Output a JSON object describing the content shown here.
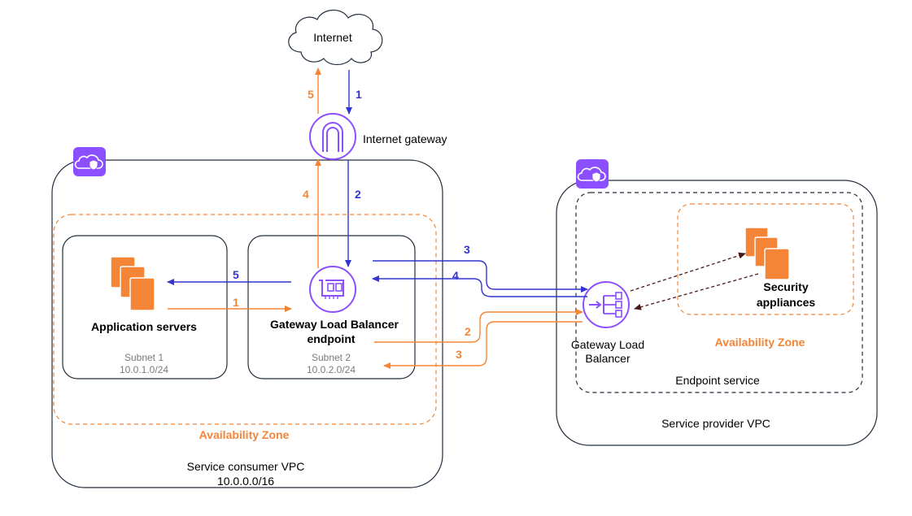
{
  "colors": {
    "inbound_flow": "#3334d1",
    "return_flow": "#f58536",
    "icon_purple": "#8c4fff",
    "server_orange": "#f58536",
    "border": "#232f3e",
    "dashed_link": "#4a1a1a"
  },
  "icons": {
    "internet": "cloud-icon",
    "internet_gateway": "internet-gateway-icon",
    "gateway_load_balancer_endpoint": "network-interface-icon",
    "gateway_load_balancer": "load-balancer-icon",
    "servers": "ec2-instances-icon",
    "vpc": "vpc-shield-icon"
  },
  "internet": {
    "label": "Internet"
  },
  "internet_gateway": {
    "label": "Internet gateway"
  },
  "consumer_vpc": {
    "name": "Service consumer VPC",
    "cidr": "10.0.0.0/16",
    "availability_zone": "Availability Zone",
    "subnet1": {
      "name": "Subnet 1",
      "cidr": "10.0.1.0/24",
      "resource": "Application servers"
    },
    "subnet2": {
      "name": "Subnet 2",
      "cidr": "10.0.2.0/24",
      "resource_line1": "Gateway Load Balancer",
      "resource_line2": "endpoint"
    }
  },
  "provider_vpc": {
    "name": "Service provider VPC",
    "endpoint_service": "Endpoint service",
    "availability_zone": "Availability Zone",
    "security_appliances_line1": "Security",
    "security_appliances_line2": "appliances",
    "glb_line1": "Gateway Load",
    "glb_line2": "Balancer"
  },
  "steps": {
    "in_internet_to_igw": "1",
    "in_igw_to_endpoint": "2",
    "in_endpoint_to_glb": "3",
    "in_glb_to_endpoint": "4",
    "in_endpoint_to_app": "5",
    "out_app_to_endpoint": "1",
    "out_endpoint_to_glb": "2",
    "out_glb_to_endpoint": "3",
    "out_endpoint_to_igw": "4",
    "out_igw_to_internet": "5"
  }
}
